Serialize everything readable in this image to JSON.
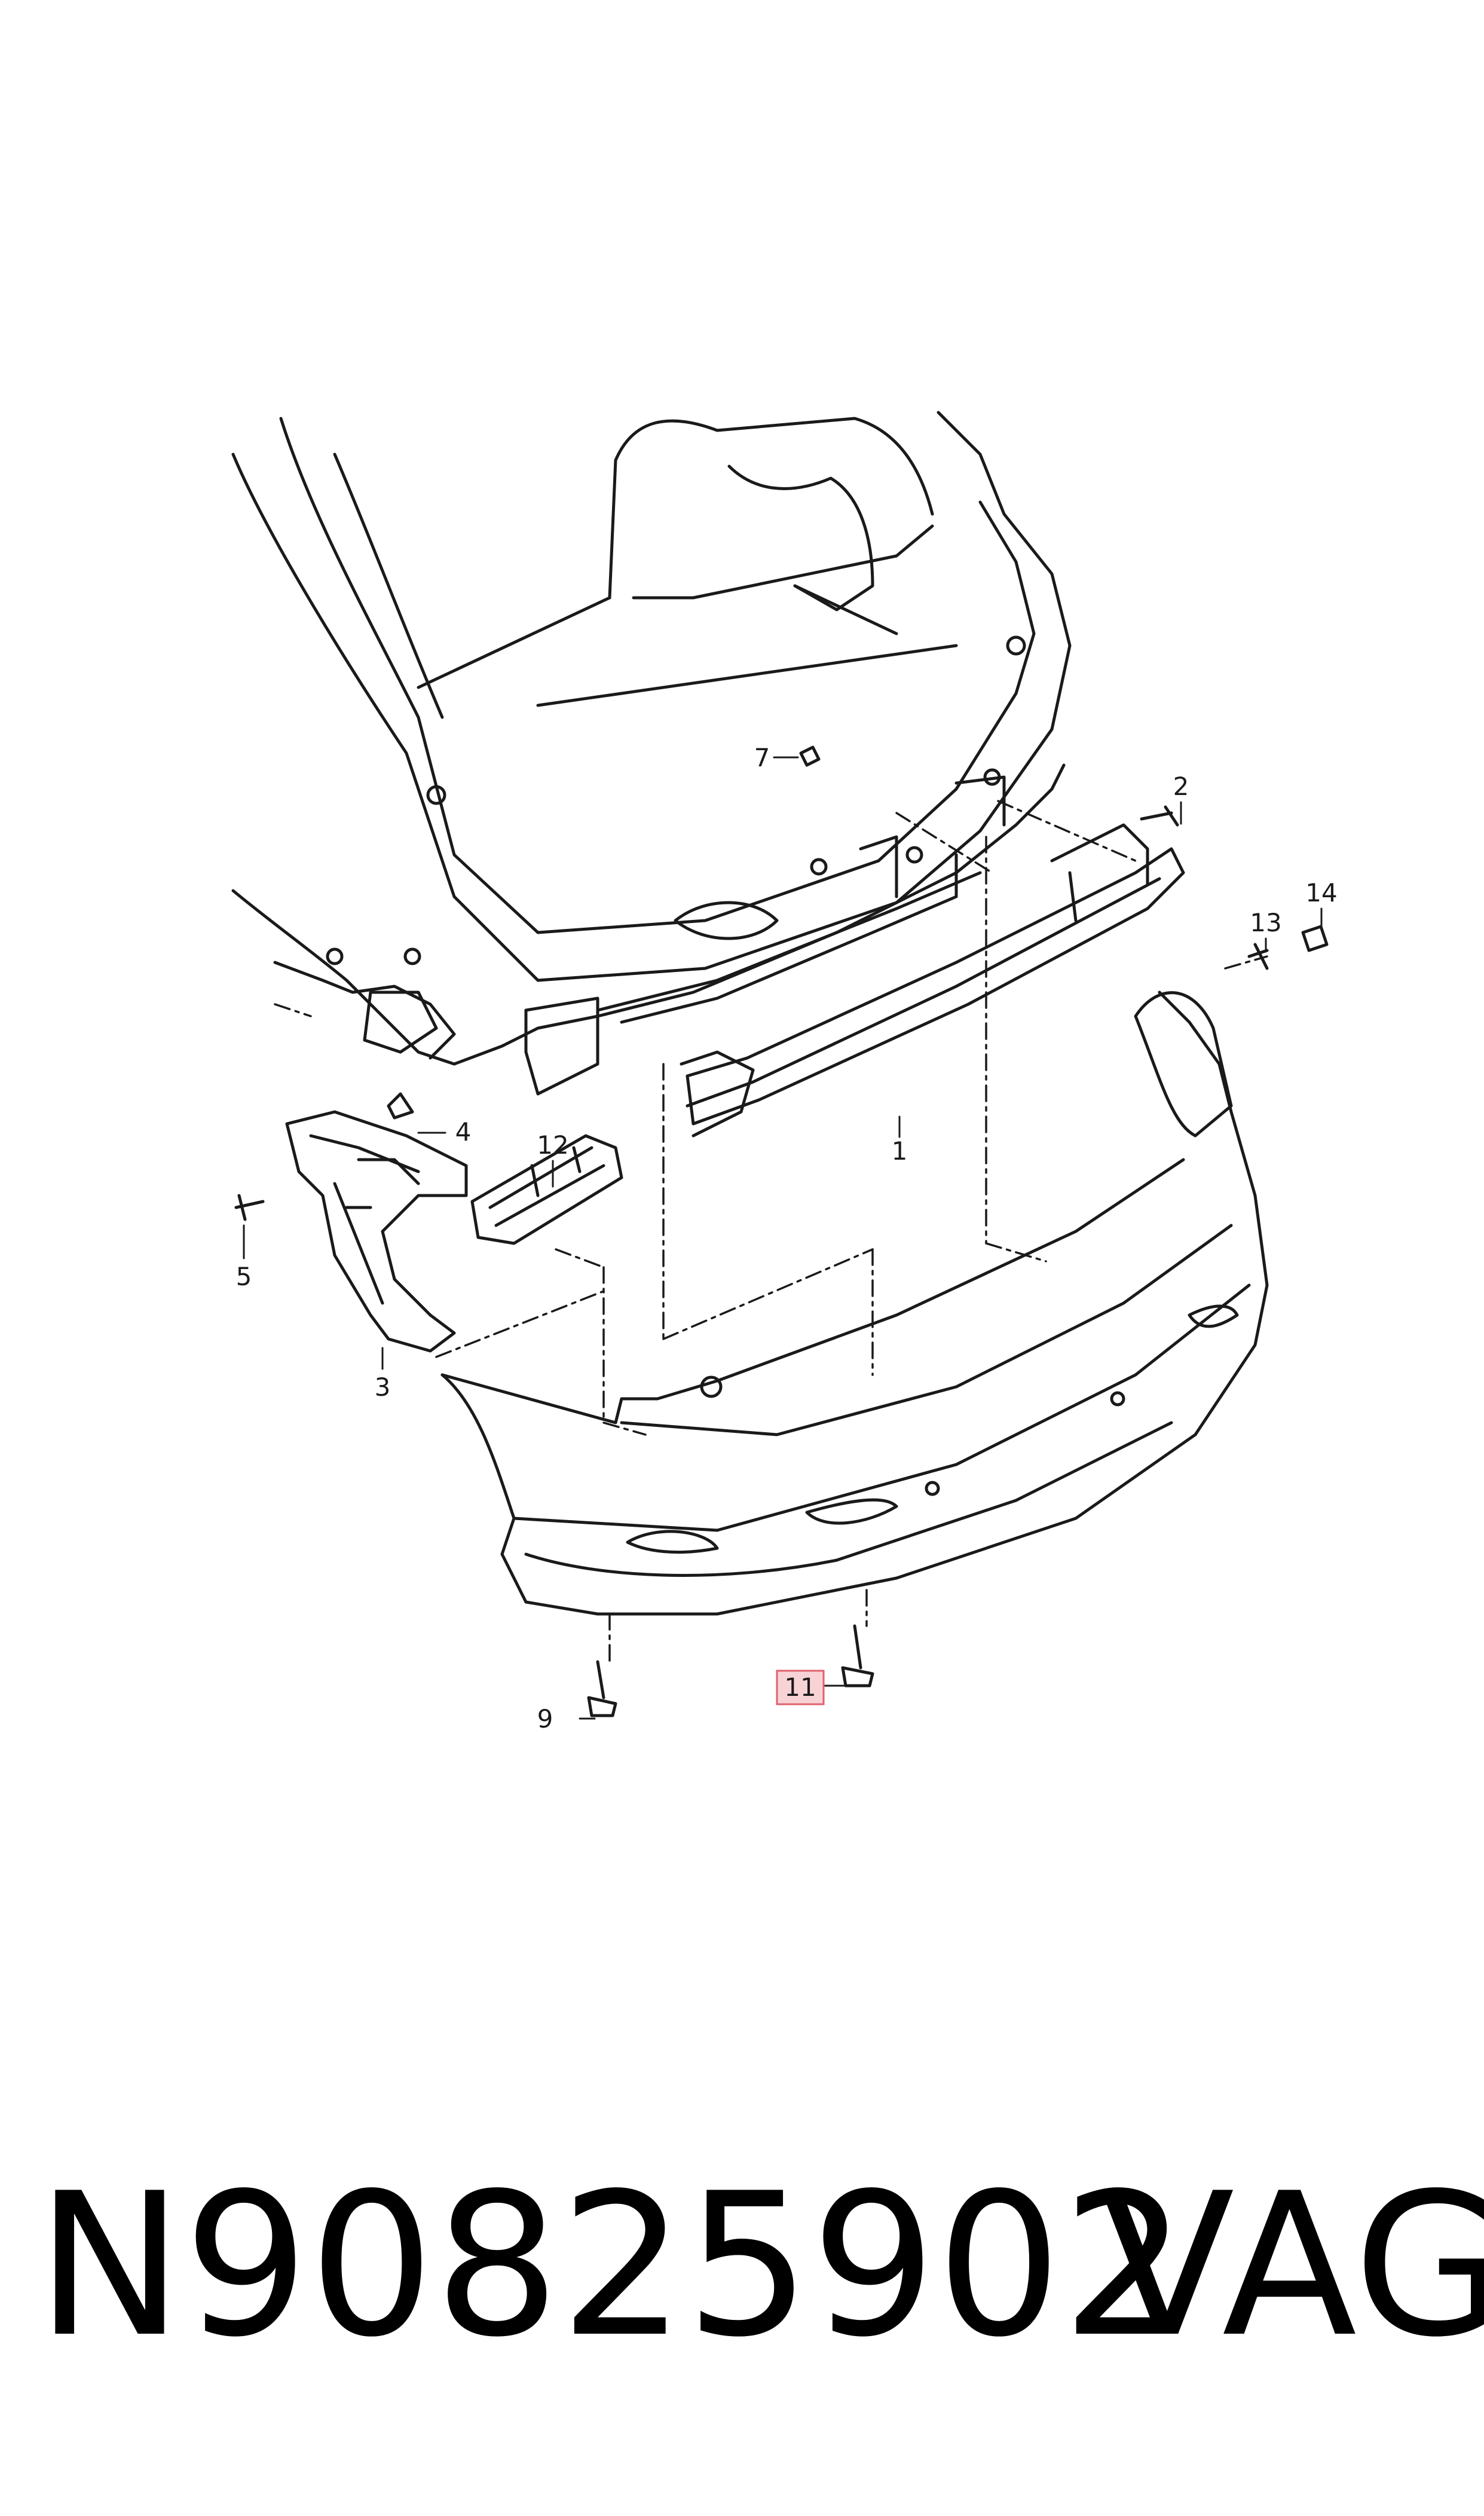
{
  "callouts": [
    {
      "label": "1",
      "highlighted": false
    },
    {
      "label": "2",
      "highlighted": false
    },
    {
      "label": "3",
      "highlighted": false
    },
    {
      "label": "4",
      "highlighted": false
    },
    {
      "label": "5",
      "highlighted": false
    },
    {
      "label": "7",
      "highlighted": false
    },
    {
      "label": "9",
      "highlighted": false
    },
    {
      "label": "11",
      "highlighted": true
    },
    {
      "label": "12",
      "highlighted": false
    },
    {
      "label": "13",
      "highlighted": false
    },
    {
      "label": "14",
      "highlighted": false
    }
  ],
  "footer": {
    "part_number": "N90825902",
    "brand": "VAG"
  },
  "colors": {
    "line": "#1a1a1a",
    "highlight_fill": "#f7d3d6",
    "highlight_stroke": "#e0606e"
  }
}
